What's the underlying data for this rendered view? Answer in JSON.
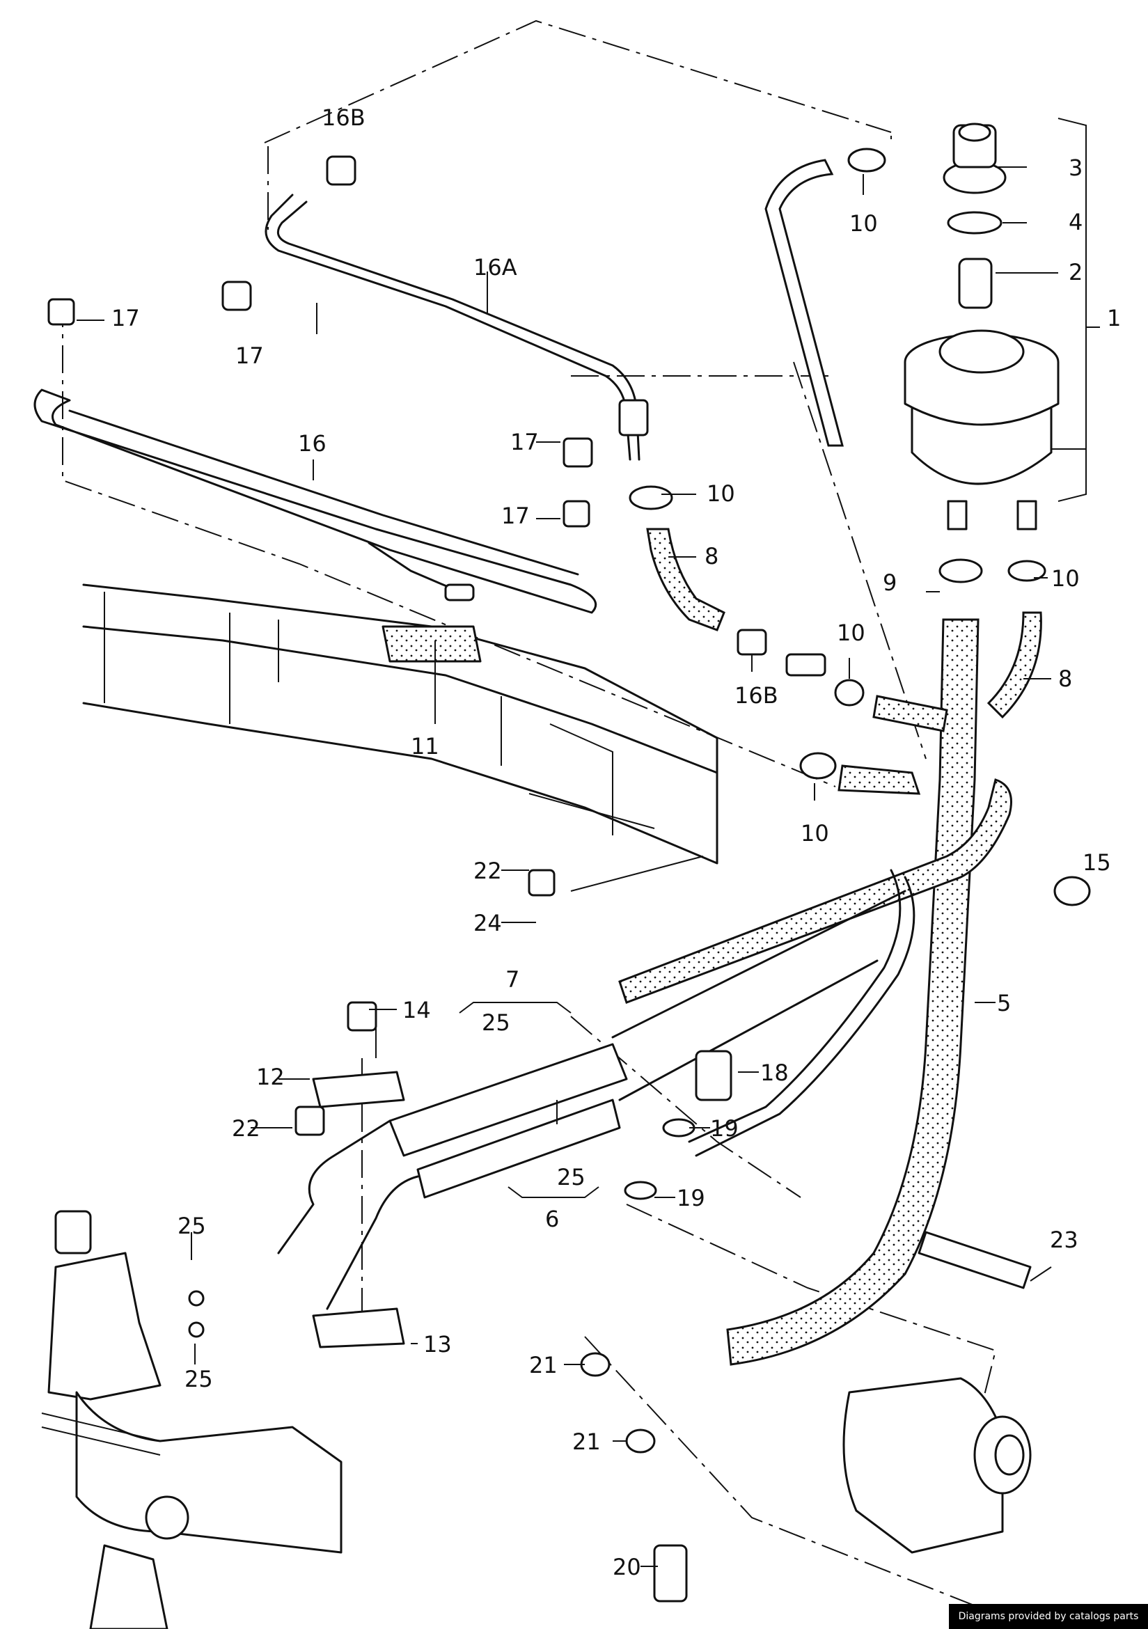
{
  "callouts": {
    "c1": "1",
    "c2": "2",
    "c3": "3",
    "c4": "4",
    "c5": "5",
    "c6": "6",
    "c7": "7",
    "c8a": "8",
    "c8b": "8",
    "c9": "9",
    "c10a": "10",
    "c10b": "10",
    "c10c": "10",
    "c10d": "10",
    "c10e": "10",
    "c11": "11",
    "c12": "12",
    "c13": "13",
    "c14": "14",
    "c15": "15",
    "c16": "16",
    "c16a": "16A",
    "c16b_top": "16B",
    "c16b_mid": "16B",
    "c17a": "17",
    "c17b": "17",
    "c17c": "17",
    "c17d": "17",
    "c18": "18",
    "c19a": "19",
    "c19b": "19",
    "c20": "20",
    "c21a": "21",
    "c21b": "21",
    "c22a": "22",
    "c22b": "22",
    "c23": "23",
    "c24": "24",
    "c25a": "25",
    "c25b": "25",
    "c25c": "25",
    "c25d": "25"
  },
  "footer": {
    "credit": "Diagrams provided by catalogs parts"
  }
}
